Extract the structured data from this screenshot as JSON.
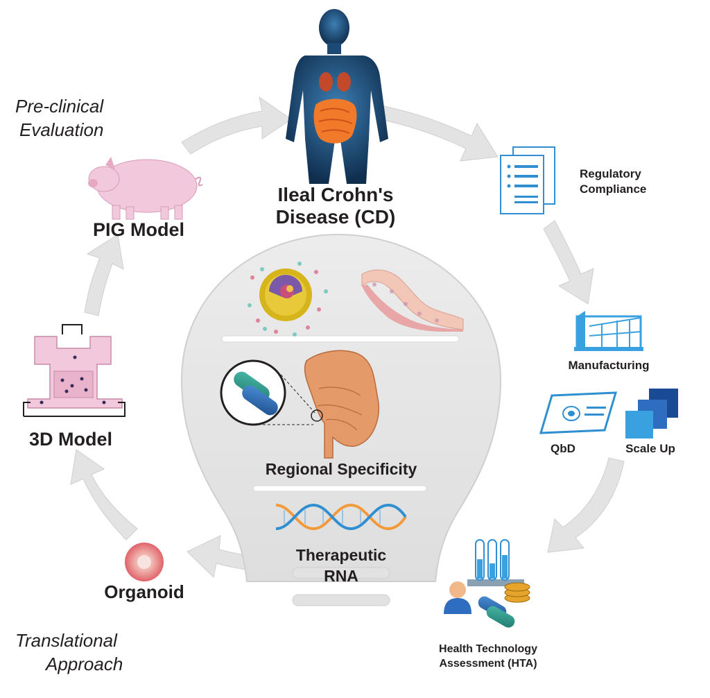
{
  "stages": {
    "disease": {
      "line1": "Ileal Crohn's",
      "line2": "Disease (CD)"
    },
    "regulatory": {
      "line1": "Regulatory",
      "line2": "Compliance"
    },
    "manufacturing": "Manufacturing",
    "qbd": "QbD",
    "scale_up": "Scale Up",
    "hta": {
      "line1": "Health Technology",
      "line2": "Assessment (HTA)"
    },
    "organoid": "Organoid",
    "model_3d": "3D Model",
    "pig_model": "PIG Model"
  },
  "phases": {
    "preclinical": {
      "line1": "Pre-clinical",
      "line2": "Evaluation"
    },
    "translational": {
      "line1": "Translational",
      "line2": "Approach"
    }
  },
  "bulb": {
    "regional": "Regional Specificity",
    "therapeutic": {
      "line1": "Therapeutic",
      "line2": "RNA"
    }
  },
  "colors": {
    "arrow": "#e3e3e3",
    "bulb": "#e2e2e2",
    "organ": "#f07a2a",
    "document": "#2f8fd0",
    "factory": "#3aa1e0",
    "pig": "#f2c9dc",
    "organoid": "#e36f77",
    "capsule_blue": "#2e6fb3",
    "capsule_teal": "#2f9a8e"
  }
}
